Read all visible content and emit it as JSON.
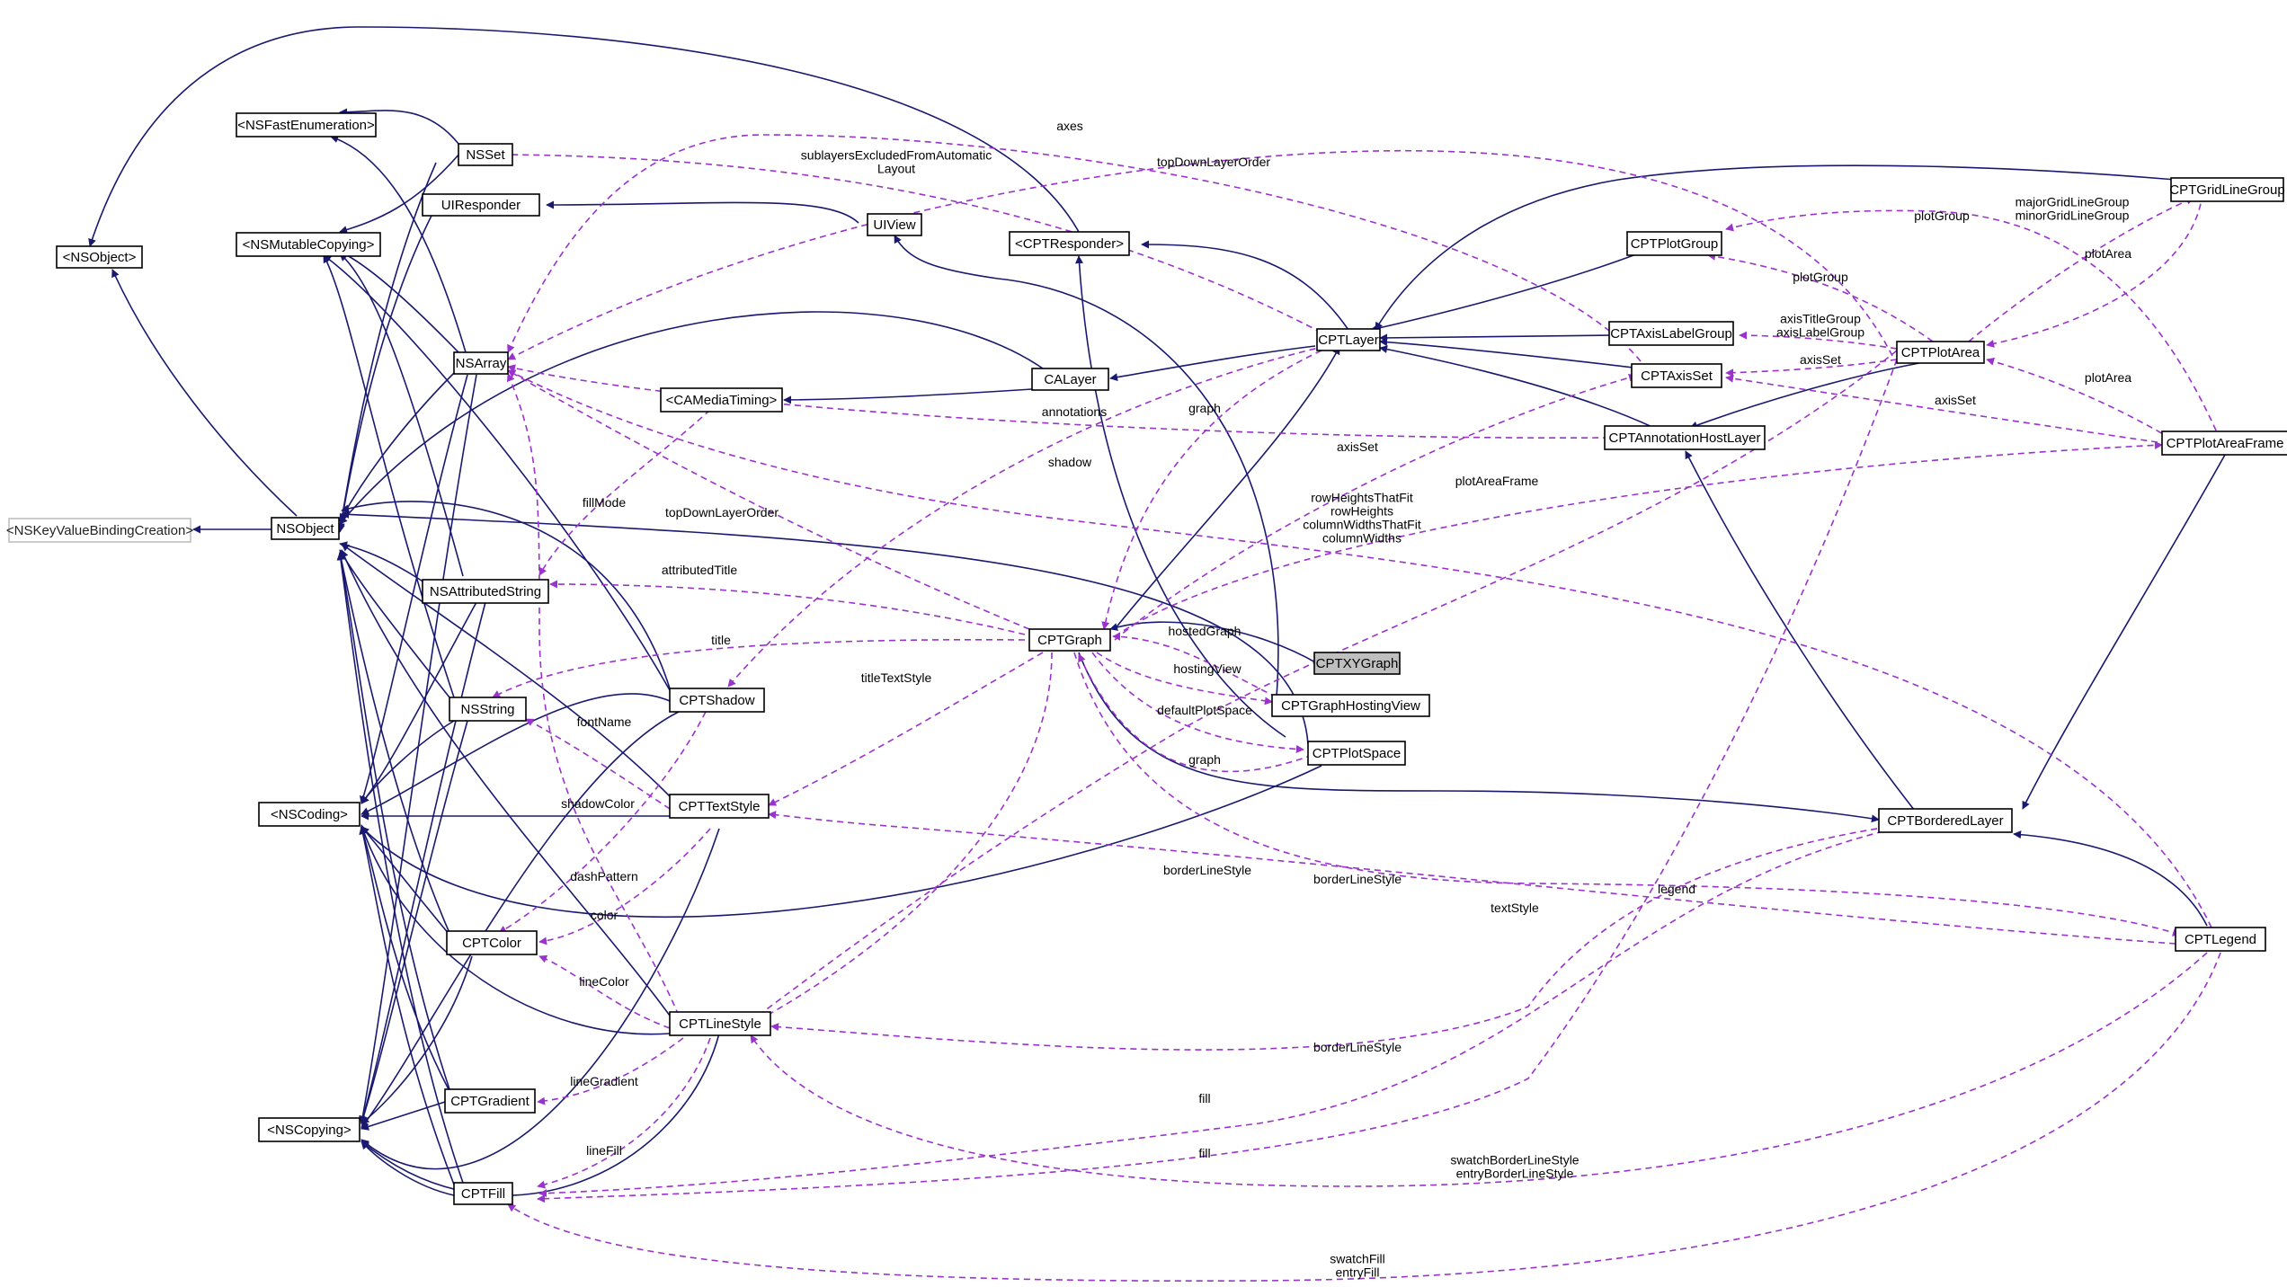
{
  "colors": {
    "inheritance_edge": "#191970",
    "usage_edge": "#9a32cd",
    "node_border": "#000000",
    "external_node_border": "#bfbfbf",
    "focus_node_fill": "#bfbfbf"
  },
  "nodes": [
    {
      "id": "nsfastenumeration",
      "label": "<NSFastEnumeration>"
    },
    {
      "id": "nsset",
      "label": "NSSet"
    },
    {
      "id": "uiresponder",
      "label": "UIResponder"
    },
    {
      "id": "nsmutablecopying",
      "label": "<NSMutableCopying>"
    },
    {
      "id": "nsobject-protocol",
      "label": "<NSObject>"
    },
    {
      "id": "uiview",
      "label": "UIView"
    },
    {
      "id": "cptresponder",
      "label": "<CPTResponder>"
    },
    {
      "id": "cptgridlinegroup",
      "label": "CPTGridLineGroup"
    },
    {
      "id": "cptplotgroup",
      "label": "CPTPlotGroup"
    },
    {
      "id": "cptaxislabelgroup",
      "label": "CPTAxisLabelGroup"
    },
    {
      "id": "cptlayer",
      "label": "CPTLayer"
    },
    {
      "id": "cptplotarea",
      "label": "CPTPlotArea"
    },
    {
      "id": "cptaxisset",
      "label": "CPTAxisSet"
    },
    {
      "id": "nsarray",
      "label": "NSArray"
    },
    {
      "id": "calayer",
      "label": "CALayer"
    },
    {
      "id": "camediatiming",
      "label": "<CAMediaTiming>"
    },
    {
      "id": "cptannotationhostlayer",
      "label": "CPTAnnotationHostLayer"
    },
    {
      "id": "cptplotareaframe",
      "label": "CPTPlotAreaFrame"
    },
    {
      "id": "nskeyvaluebindingcreation",
      "label": "<NSKeyValueBindingCreation>"
    },
    {
      "id": "nsobject",
      "label": "NSObject"
    },
    {
      "id": "nsattributedstring",
      "label": "NSAttributedString"
    },
    {
      "id": "cptgraph",
      "label": "CPTGraph"
    },
    {
      "id": "cptxygraph",
      "label": "CPTXYGraph"
    },
    {
      "id": "nsstring",
      "label": "NSString"
    },
    {
      "id": "cptshadow",
      "label": "CPTShadow"
    },
    {
      "id": "cptgraphhostingview",
      "label": "CPTGraphHostingView"
    },
    {
      "id": "cptplotspace",
      "label": "CPTPlotSpace"
    },
    {
      "id": "nscoding",
      "label": "<NSCoding>"
    },
    {
      "id": "cpttextstyle",
      "label": "CPTTextStyle"
    },
    {
      "id": "cptborderedlayer",
      "label": "CPTBorderedLayer"
    },
    {
      "id": "cptcolor",
      "label": "CPTColor"
    },
    {
      "id": "cptlegend",
      "label": "CPTLegend"
    },
    {
      "id": "cptlinestyle",
      "label": "CPTLineStyle"
    },
    {
      "id": "cptgradient",
      "label": "CPTGradient"
    },
    {
      "id": "nscopying",
      "label": "<NSCopying>"
    },
    {
      "id": "cptfill",
      "label": "CPTFill"
    }
  ],
  "edge_labels": [
    {
      "id": "axes",
      "lines": [
        "axes"
      ]
    },
    {
      "id": "sublayers-excluded",
      "lines": [
        "sublayersExcludedFromAutomatic",
        "Layout"
      ]
    },
    {
      "id": "toplayerorder-1",
      "lines": [
        "topDownLayerOrder"
      ]
    },
    {
      "id": "plotgroup-1",
      "lines": [
        "plotGroup"
      ]
    },
    {
      "id": "major-minor-grid",
      "lines": [
        "majorGridLineGroup",
        "minorGridLineGroup"
      ]
    },
    {
      "id": "plotgroup-2",
      "lines": [
        "plotGroup"
      ]
    },
    {
      "id": "plotarea-1",
      "lines": [
        "plotArea"
      ]
    },
    {
      "id": "axis-title-label-group",
      "lines": [
        "axisTitleGroup",
        "axisLabelGroup"
      ]
    },
    {
      "id": "axisset-1",
      "lines": [
        "axisSet"
      ]
    },
    {
      "id": "plotarea-2",
      "lines": [
        "plotArea"
      ]
    },
    {
      "id": "axisset-2",
      "lines": [
        "axisSet"
      ]
    },
    {
      "id": "graph-1",
      "lines": [
        "graph"
      ]
    },
    {
      "id": "annotations",
      "lines": [
        "annotations"
      ]
    },
    {
      "id": "axisset-3",
      "lines": [
        "axisSet"
      ]
    },
    {
      "id": "shadow",
      "lines": [
        "shadow"
      ]
    },
    {
      "id": "plotareaframe",
      "lines": [
        "plotAreaFrame"
      ]
    },
    {
      "id": "toplayerorder-2",
      "lines": [
        "topDownLayerOrder"
      ]
    },
    {
      "id": "fillmode",
      "lines": [
        "fillMode"
      ]
    },
    {
      "id": "row-column",
      "lines": [
        "rowHeightsThatFit",
        "rowHeights",
        "columnWidthsThatFit",
        "columnWidths"
      ]
    },
    {
      "id": "attributedtitle",
      "lines": [
        "attributedTitle"
      ]
    },
    {
      "id": "hostedgraph",
      "lines": [
        "hostedGraph"
      ]
    },
    {
      "id": "title",
      "lines": [
        "title"
      ]
    },
    {
      "id": "hostingview",
      "lines": [
        "hostingView"
      ]
    },
    {
      "id": "titletextstyle",
      "lines": [
        "titleTextStyle"
      ]
    },
    {
      "id": "defaultplotspace",
      "lines": [
        "defaultPlotSpace"
      ]
    },
    {
      "id": "fontname",
      "lines": [
        "fontName"
      ]
    },
    {
      "id": "graph-2",
      "lines": [
        "graph"
      ]
    },
    {
      "id": "shadowcolor",
      "lines": [
        "shadowColor"
      ]
    },
    {
      "id": "dashpattern",
      "lines": [
        "dashPattern"
      ]
    },
    {
      "id": "borderlinestyle-1",
      "lines": [
        "borderLineStyle"
      ]
    },
    {
      "id": "borderlinestyle-2",
      "lines": [
        "borderLineStyle"
      ]
    },
    {
      "id": "legend",
      "lines": [
        "legend"
      ]
    },
    {
      "id": "color",
      "lines": [
        "color"
      ]
    },
    {
      "id": "textstyle",
      "lines": [
        "textStyle"
      ]
    },
    {
      "id": "linecolor",
      "lines": [
        "lineColor"
      ]
    },
    {
      "id": "borderlinestyle-3",
      "lines": [
        "borderLineStyle"
      ]
    },
    {
      "id": "linegradient",
      "lines": [
        "lineGradient"
      ]
    },
    {
      "id": "fill-1",
      "lines": [
        "fill"
      ]
    },
    {
      "id": "linefill",
      "lines": [
        "lineFill"
      ]
    },
    {
      "id": "fill-2",
      "lines": [
        "fill"
      ]
    },
    {
      "id": "swatch-entry-border",
      "lines": [
        "swatchBorderLineStyle",
        "entryBorderLineStyle"
      ]
    },
    {
      "id": "swatch-entry-fill",
      "lines": [
        "swatchFill",
        "entryFill"
      ]
    }
  ]
}
